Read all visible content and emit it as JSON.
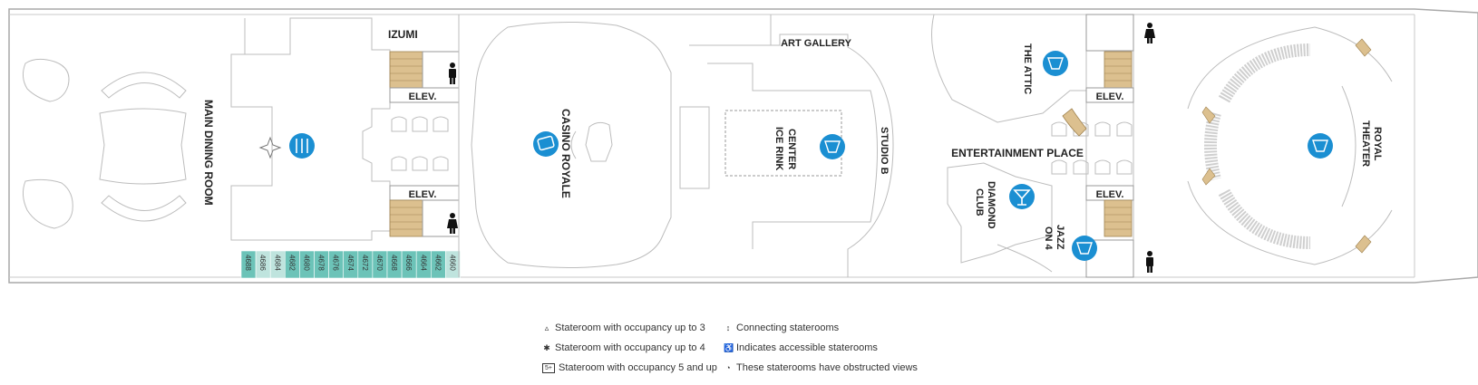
{
  "labels": {
    "main_dining": "MAIN DINING ROOM",
    "izumi": "IZUMI",
    "casino": "CASINO ROYALE",
    "art_gallery": "ART GALLERY",
    "center_ice_1": "CENTER",
    "center_ice_2": "ICE RINK",
    "studio_b": "STUDIO B",
    "the_attic": "THE ATTIC",
    "entertainment": "ENTERTAINMENT PLACE",
    "diamond_1": "DIAMOND",
    "diamond_2": "CLUB",
    "jazz_1": "JAZZ",
    "jazz_2": "ON 4",
    "royal_1": "ROYAL",
    "royal_2": "THEATER",
    "elev": "ELEV."
  },
  "staterooms": [
    {
      "num": "4688",
      "color": "#6cc3b8"
    },
    {
      "num": "4686",
      "color": "#bfe4de"
    },
    {
      "num": "4684",
      "color": "#bfe4de"
    },
    {
      "num": "4682",
      "color": "#6cc3b8"
    },
    {
      "num": "4680",
      "color": "#6cc3b8"
    },
    {
      "num": "4678",
      "color": "#6cc3b8"
    },
    {
      "num": "4676",
      "color": "#6cc3b8"
    },
    {
      "num": "4674",
      "color": "#6cc3b8"
    },
    {
      "num": "4672",
      "color": "#6cc3b8"
    },
    {
      "num": "4670",
      "color": "#6cc3b8"
    },
    {
      "num": "4668",
      "color": "#6cc3b8"
    },
    {
      "num": "4666",
      "color": "#6cc3b8"
    },
    {
      "num": "4664",
      "color": "#6cc3b8"
    },
    {
      "num": "4662",
      "color": "#6cc3b8"
    },
    {
      "num": "4660",
      "color": "#bfe4de"
    }
  ],
  "legend": [
    {
      "symbol": "▵",
      "text": "Stateroom with occupancy up to 3"
    },
    {
      "symbol": "✱",
      "text": "Stateroom with occupancy up to 4"
    },
    {
      "symbol": "5+",
      "text": "Stateroom with occupancy 5 and up"
    },
    {
      "symbol": "↕",
      "text": "Connecting staterooms"
    },
    {
      "symbol": "♿",
      "text": "Indicates accessible staterooms"
    },
    {
      "symbol": "◔",
      "text": "These staterooms have obstructed views"
    }
  ],
  "colors": {
    "venue_icon": "#1b8fd2",
    "stair": "#dcc08f",
    "stateroom_dark": "#6cc3b8",
    "stateroom_light": "#bfe4de",
    "wall": "#bdbdbd"
  }
}
